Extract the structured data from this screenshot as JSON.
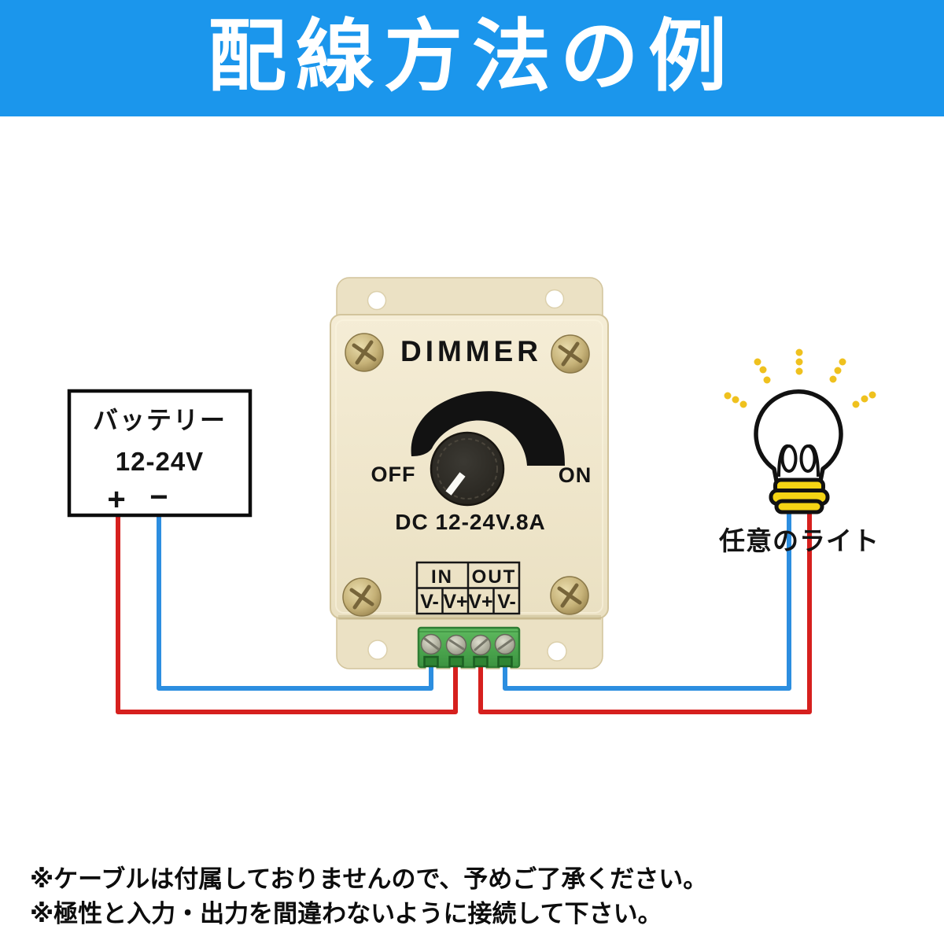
{
  "colors": {
    "banner_blue": "#1B96EC",
    "wire_red": "#D6201E",
    "wire_blue": "#2C8EE0",
    "body_cream": "#F0E7CC",
    "plate_cream": "#EBE1C4",
    "body_edge": "#D2C49C",
    "terminal_green": "#4BA84B",
    "terminal_green_dark": "#2E7D33",
    "bulb_yellow": "#F5D414",
    "sparkle_yellow": "#EFC11E",
    "ink": "#141414"
  },
  "header": {
    "title": "配線方法の例"
  },
  "battery": {
    "name": "バッテリー",
    "voltage": "12-24V",
    "plus": "+",
    "minus": "−"
  },
  "dimmer": {
    "title": "DIMMER",
    "off": "OFF",
    "on": "ON",
    "rating": "DC 12-24V.8A",
    "terminals": {
      "in": "IN",
      "out": "OUT",
      "cells": [
        "V-",
        "V+",
        "V+",
        "V-"
      ]
    }
  },
  "light": {
    "label": "任意のライト"
  },
  "notes": [
    "※ケーブルは付属しておりませんので、予めご了承ください。",
    "※極性と入力・出力を間違わないように接続して下さい。"
  ]
}
